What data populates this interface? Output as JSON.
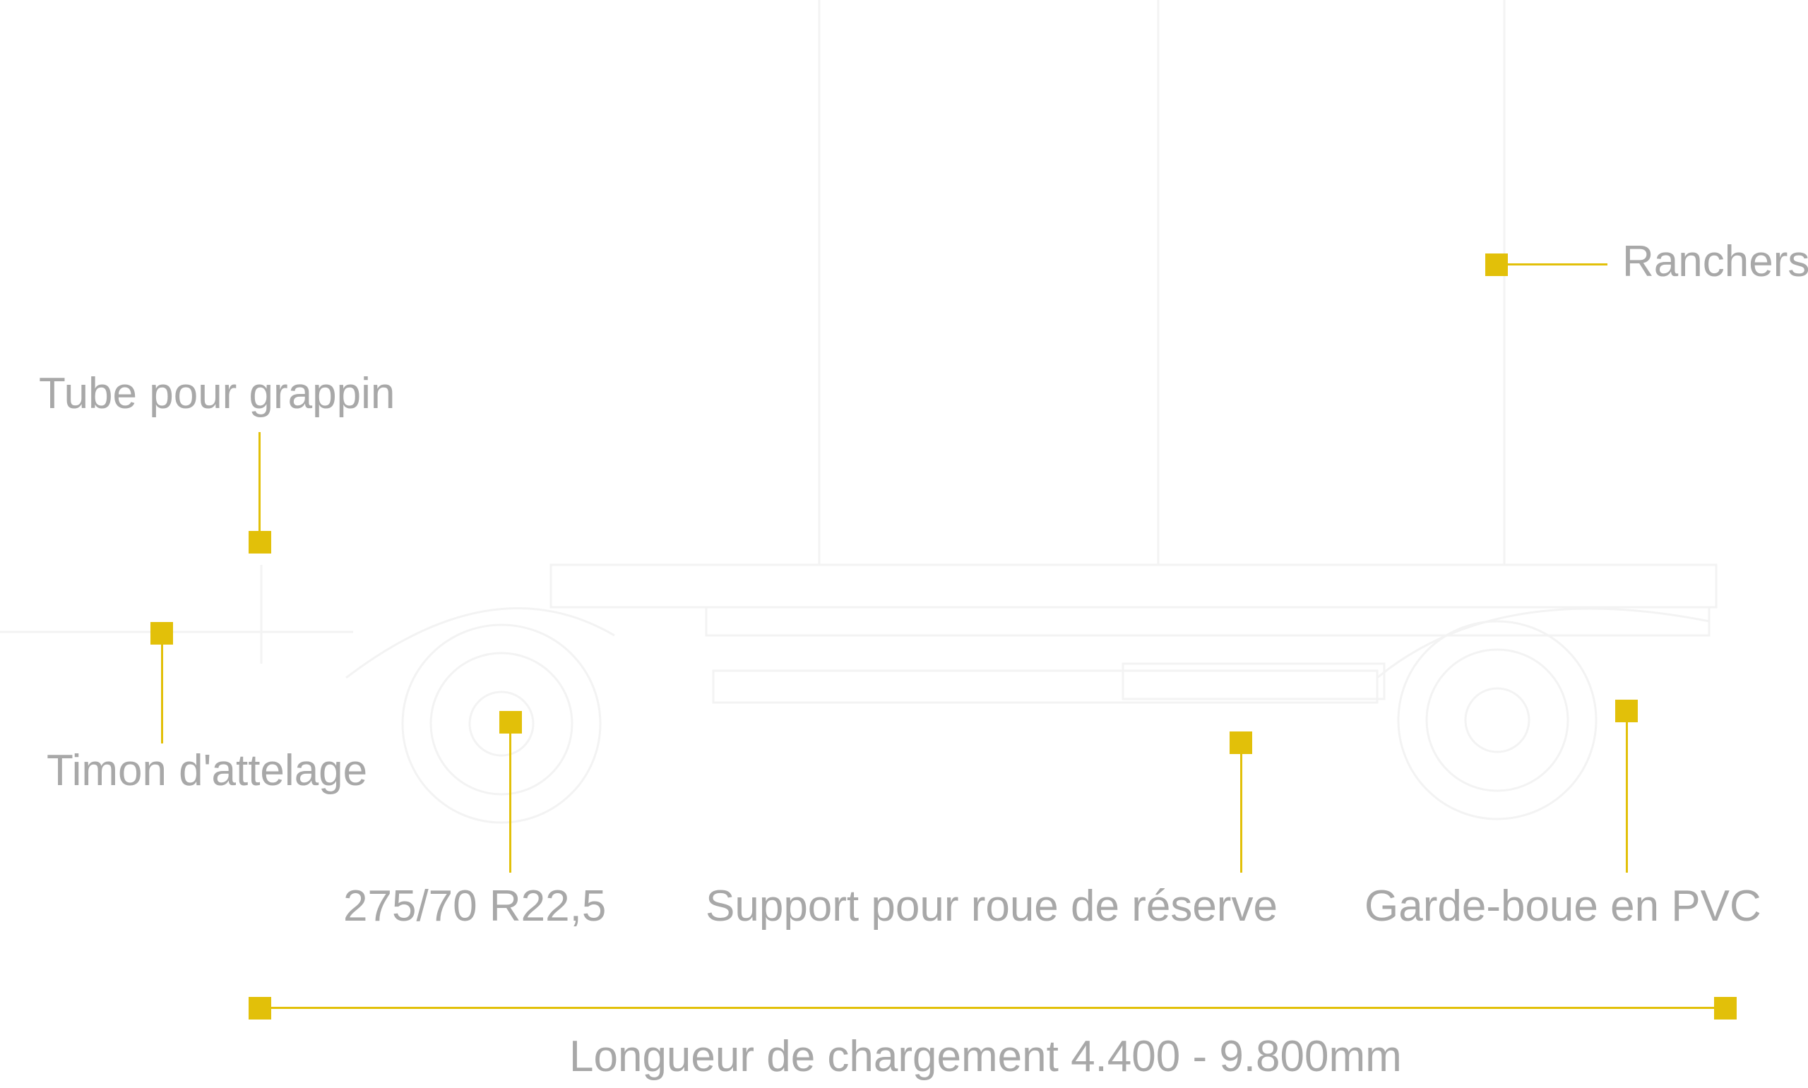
{
  "labels": {
    "ranchers": "Ranchers",
    "tube_grappin": "Tube pour grappin",
    "timon": "Timon d'attelage",
    "tire": "275/70 R22,5",
    "spare_wheel_support": "Support pour roue de réserve",
    "mudguard": "Garde-boue en PVC",
    "load_length": "Longueur de chargement 4.400 - 9.800mm"
  },
  "colors": {
    "accent": "#e2c009",
    "label_text": "#a8a8a8",
    "outline": "#f4f4f4",
    "background": "#ffffff"
  }
}
